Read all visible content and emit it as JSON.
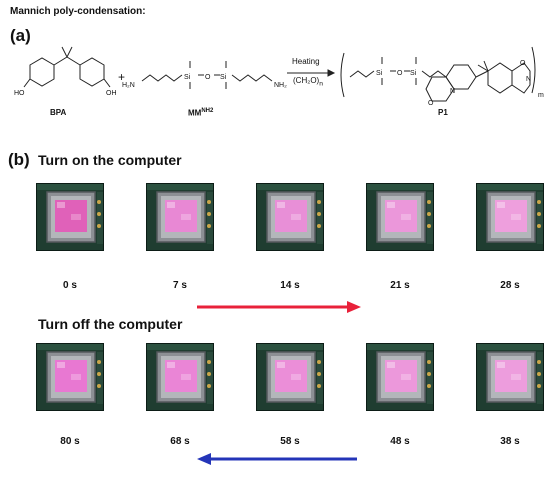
{
  "header": {
    "title": "Mannich poly-condensation:"
  },
  "panel_a": {
    "label": "(a)",
    "reactant1": "BPA",
    "reactant2": "MM",
    "reactant2_sup": "NH2",
    "product": "P1",
    "condition_top": "Heating",
    "condition_bottom": "(CH₂O)",
    "condition_sub": "n",
    "plus": "+",
    "groups": {
      "oh": "OH",
      "h2n": "H₂N",
      "nh2": "NH₂",
      "si": "Si",
      "o": "O",
      "n": "N",
      "m": "m"
    }
  },
  "panel_b": {
    "label": "(b)",
    "turn_on_title": "Turn on the computer",
    "turn_off_title": "Turn off the computer",
    "on_times": [
      "0 s",
      "7 s",
      "14 s",
      "21 s",
      "28 s"
    ],
    "off_times": [
      "80 s",
      "68 s",
      "58 s",
      "48 s",
      "38 s"
    ],
    "on_arrow_color": "#e8213a",
    "off_arrow_color": "#2435b8",
    "on_pink": [
      "#e061b9",
      "#e888d4",
      "#e88fd7",
      "#eb97da",
      "#ee9fdd"
    ],
    "off_pink": [
      "#e878d2",
      "#ea85d6",
      "#eb8ed8",
      "#ec98db",
      "#ed9ddd"
    ]
  }
}
